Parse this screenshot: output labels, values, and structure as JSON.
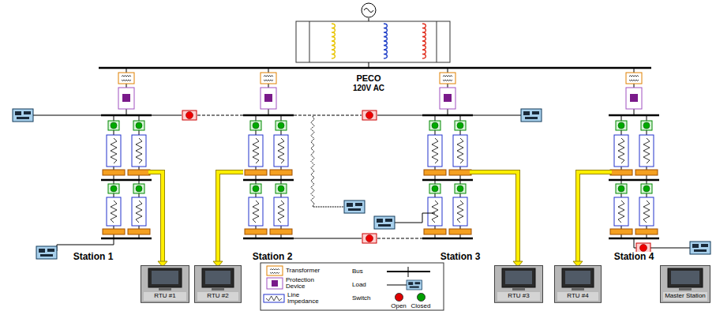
{
  "diagram": {
    "nodes": [
      {
        "text": [
          "RTU #1"
        ]
      },
      {
        "text": [
          "RTU #2"
        ]
      },
      {
        "text": [
          "RTU #3"
        ]
      },
      {
        "text": [
          "RTU #4"
        ]
      },
      {
        "text": [
          "Master Station"
        ]
      }
    ],
    "labels": [
      "PECO",
      "120V AC",
      "Station 1",
      "Station 2",
      "Station 3",
      "Station 4"
    ],
    "legend": [
      {
        "text": "Transformer"
      },
      {
        "text": "Protection Device"
      },
      {
        "text": "Line Impedance"
      },
      {
        "text": "Bus"
      },
      {
        "text": "Load"
      },
      {
        "text": "Switch"
      },
      {
        "text": "Open",
        "color": "#e00000"
      },
      {
        "text": "Closed",
        "color": "#00a000"
      }
    ]
  }
}
